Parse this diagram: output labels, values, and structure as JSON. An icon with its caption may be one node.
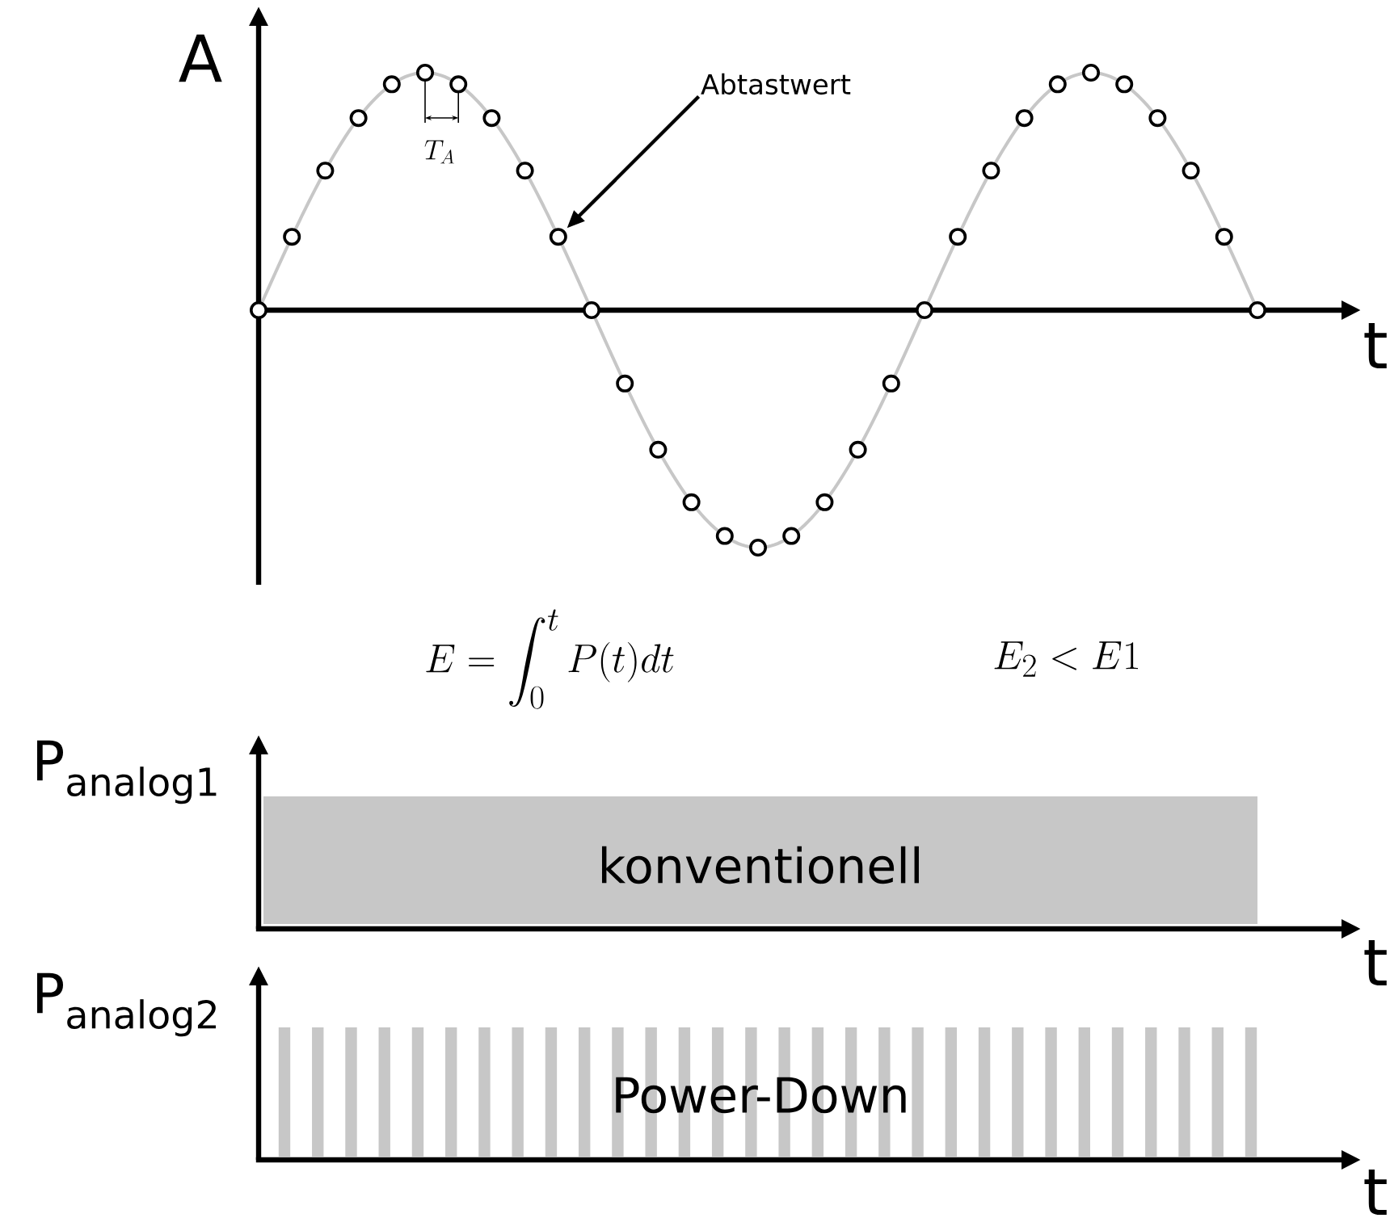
{
  "diagram": {
    "nodes": [
      {
        "text": [
          "Abtastwert"
        ]
      },
      {
        "text": [],
        "shape": "circle"
      },
      {
        "text": [
          "konventionell"
        ]
      },
      {
        "text": [
          "Power-Down"
        ]
      }
    ],
    "edges": [
      {
        "from": 0,
        "to": 1,
        "arrow": "to"
      }
    ],
    "labels": [
      "A",
      "T_A",
      "t",
      "E = \\int_0^t P(t)dt",
      "E_2 < E1",
      "P$_{analog1}$",
      "t",
      "P$_{analog2}$",
      "t"
    ]
  }
}
